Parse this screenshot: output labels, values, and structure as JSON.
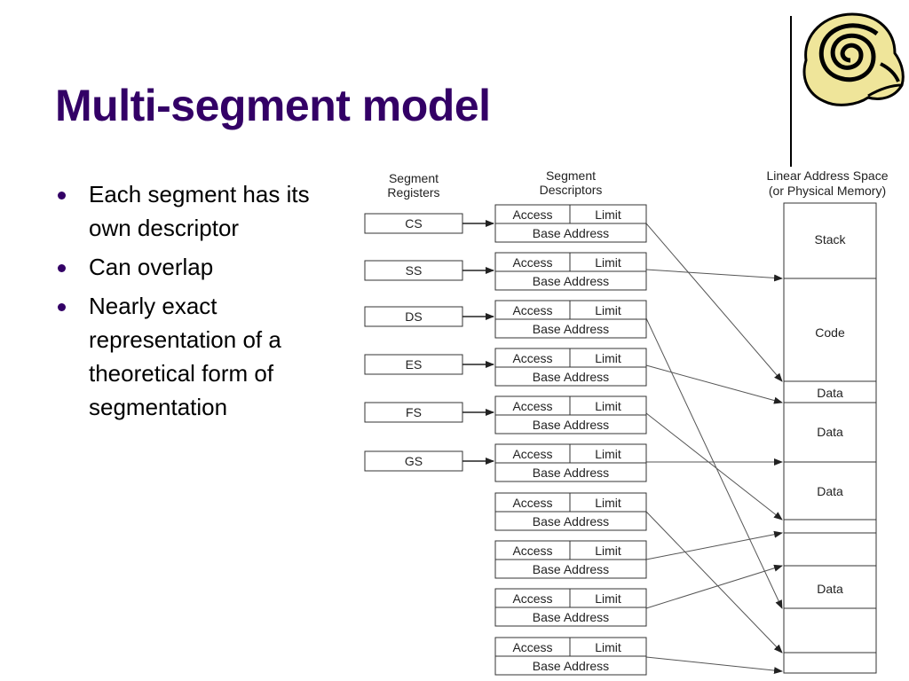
{
  "slide": {
    "title": "Multi-segment model",
    "bullets": [
      "Each segment has its own descriptor",
      "Can overlap",
      "Nearly exact representation of a theoretical form of segmentation"
    ]
  },
  "diagram": {
    "headers": {
      "registers": [
        "Segment",
        "Registers"
      ],
      "descriptors": [
        "Segment",
        "Descriptors"
      ],
      "memory": [
        "Linear Address Space",
        "(or Physical Memory)"
      ]
    },
    "segment_registers": [
      "CS",
      "SS",
      "DS",
      "ES",
      "FS",
      "GS"
    ],
    "descriptor_count": 10,
    "descriptor_labels": {
      "access": "Access",
      "limit": "Limit",
      "base": "Base Address"
    },
    "memory_regions": [
      "Stack",
      "Code",
      "Data",
      "Data",
      "Data",
      "Data"
    ],
    "colors": {
      "title": "#330066",
      "bullet": "#330066",
      "lines": "#555555"
    }
  },
  "icons": {
    "logo": "scroll-logo-icon"
  }
}
